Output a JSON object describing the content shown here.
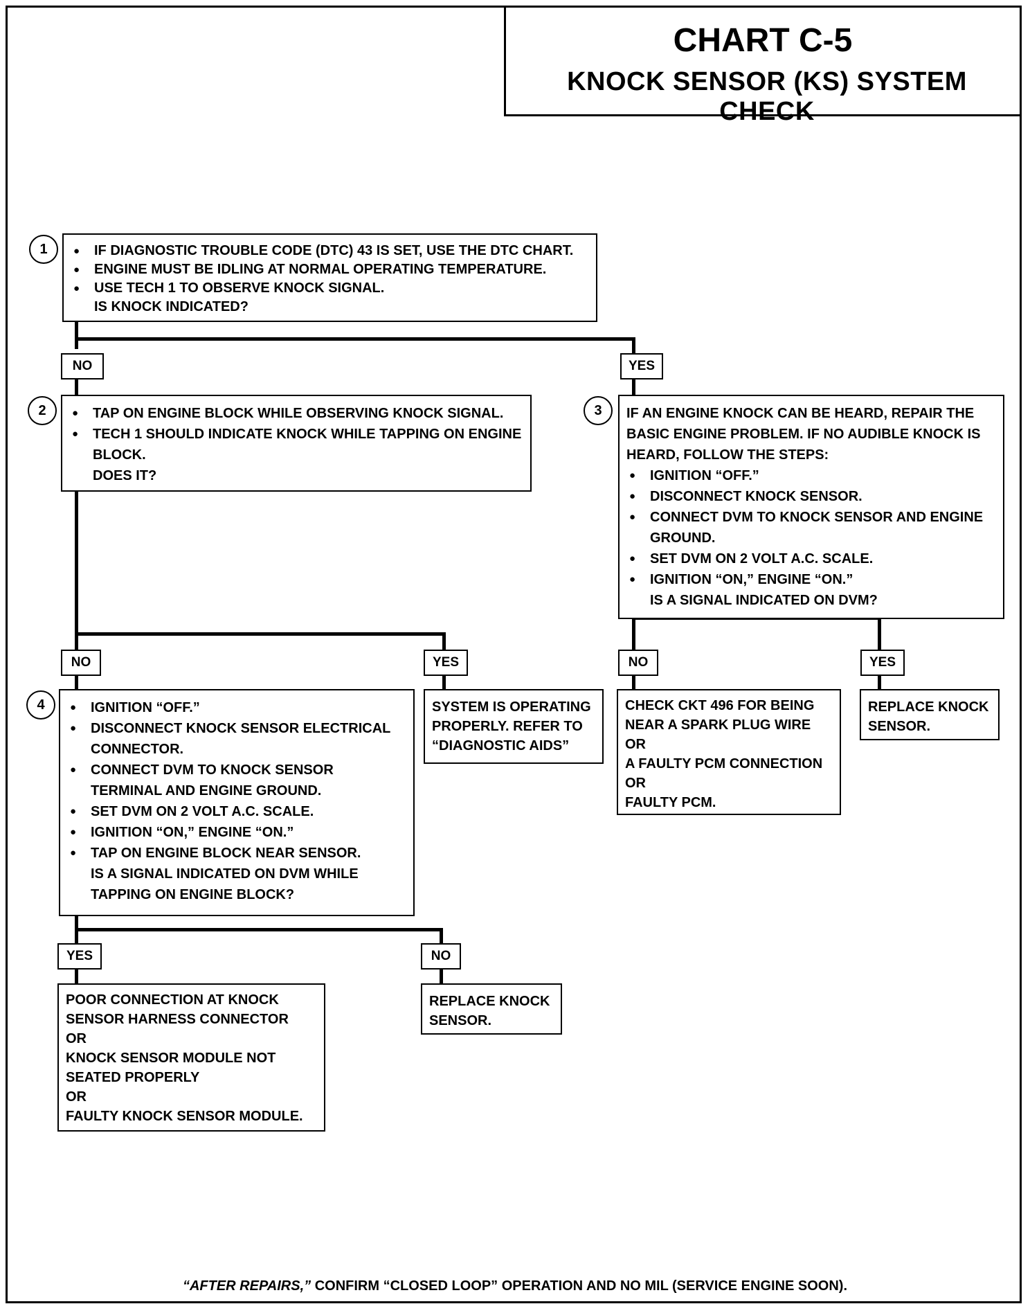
{
  "title": {
    "chart": "CHART C-5",
    "subtitle": "KNOCK SENSOR (KS) SYSTEM CHECK"
  },
  "steps": {
    "s1": "1",
    "s2": "2",
    "s3": "3",
    "s4": "4"
  },
  "box1": {
    "bullets": [
      "IF DIAGNOSTIC TROUBLE CODE (DTC) 43 IS SET, USE THE DTC CHART.",
      "ENGINE MUST BE IDLING AT NORMAL OPERATING TEMPERATURE.",
      "USE TECH 1 TO OBSERVE KNOCK SIGNAL."
    ],
    "question": "IS KNOCK INDICATED?"
  },
  "box2": {
    "bullets": [
      "TAP ON ENGINE BLOCK WHILE OBSERVING KNOCK SIGNAL.",
      "TECH 1 SHOULD INDICATE KNOCK WHILE TAPPING ON ENGINE BLOCK."
    ],
    "question": "DOES IT?"
  },
  "box3": {
    "intro": "IF AN ENGINE KNOCK CAN BE HEARD, REPAIR THE BASIC ENGINE PROBLEM.  IF NO AUDIBLE KNOCK IS HEARD, FOLLOW THE STEPS:",
    "bullets": [
      "IGNITION “OFF.”",
      "DISCONNECT KNOCK SENSOR.",
      "CONNECT DVM TO KNOCK SENSOR AND ENGINE GROUND.",
      "SET DVM ON 2 VOLT A.C. SCALE.",
      "IGNITION “ON,” ENGINE “ON.”"
    ],
    "question": "IS A SIGNAL INDICATED ON DVM?"
  },
  "box4": {
    "bullets": [
      "IGNITION “OFF.”",
      "DISCONNECT KNOCK SENSOR ELECTRICAL CONNECTOR.",
      "CONNECT DVM TO KNOCK SENSOR TERMINAL AND ENGINE GROUND.",
      "SET DVM ON 2 VOLT A.C. SCALE.",
      "IGNITION “ON,” ENGINE “ON.”",
      "TAP ON ENGINE BLOCK NEAR SENSOR."
    ],
    "question": "IS A SIGNAL INDICATED ON DVM WHILE TAPPING ON ENGINE BLOCK?"
  },
  "box_system_ok": "SYSTEM IS OPERATING PROPERLY.  REFER TO “DIAGNOSTIC AIDS”",
  "box_ckt496": "CHECK CKT 496 FOR BEING NEAR A SPARK PLUG WIRE\nOR\nA FAULTY PCM CONNECTION\nOR\nFAULTY PCM.",
  "box_replace1": "REPLACE KNOCK SENSOR.",
  "box_poor_conn": "POOR CONNECTION AT KNOCK SENSOR HARNESS CONNECTOR\nOR\nKNOCK SENSOR MODULE NOT SEATED PROPERLY\nOR\nFAULTY KNOCK SENSOR MODULE.",
  "box_replace2": "REPLACE KNOCK SENSOR.",
  "labels": {
    "no": "NO",
    "yes": "YES"
  },
  "footer": {
    "italic": "“AFTER REPAIRS,”",
    "rest": " CONFIRM “CLOSED LOOP” OPERATION AND NO MIL (SERVICE ENGINE SOON)."
  }
}
